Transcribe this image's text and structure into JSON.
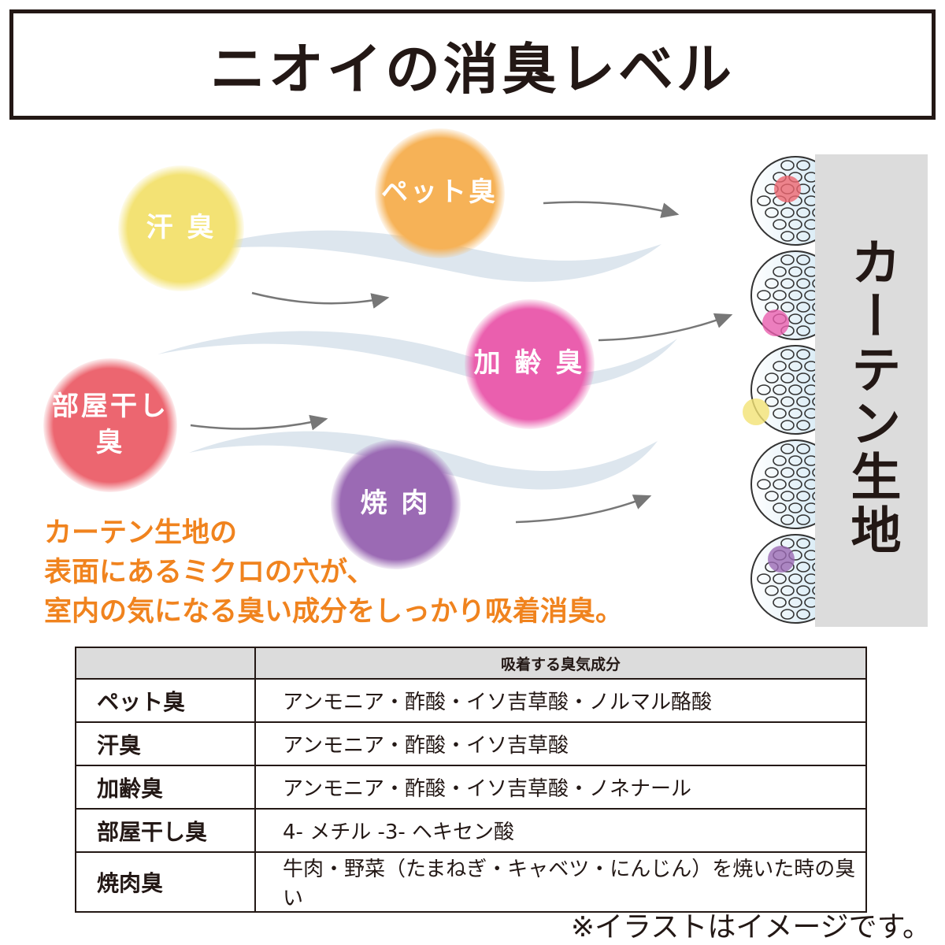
{
  "title": "ニオイの消臭レベル",
  "odors": [
    {
      "label": "汗 臭",
      "color": "#f3e274"
    },
    {
      "label": "ペット臭",
      "color": "#f6b257"
    },
    {
      "label": "加 齢 臭",
      "color": "#ea5fae"
    },
    {
      "label": "部屋干し\n臭",
      "color": "#ec6670"
    },
    {
      "label": "焼 肉",
      "color": "#9b6ab4"
    }
  ],
  "fabric_label": "カーテン生地",
  "description": [
    "カーテン生地の",
    "表面にあるミクロの穴が、",
    "室内の気になる臭い成分をしっかり吸着消臭。"
  ],
  "table": {
    "header": [
      "",
      "吸着する臭気成分"
    ],
    "rows": [
      [
        "ペット臭",
        "アンモニア・酢酸・イソ吉草酸・ノルマル酪酸"
      ],
      [
        "汗臭",
        "アンモニア・酢酸・イソ吉草酸"
      ],
      [
        "加齢臭",
        "アンモニア・酢酸・イソ吉草酸・ノネナール"
      ],
      [
        "部屋干し臭",
        "4- メチル -3- ヘキセン酸"
      ],
      [
        "焼肉臭",
        "牛肉・野菜（たまねぎ・キャベツ・にんじん）を焼いた時の臭い"
      ]
    ]
  },
  "note": "※イラストはイメージです。"
}
